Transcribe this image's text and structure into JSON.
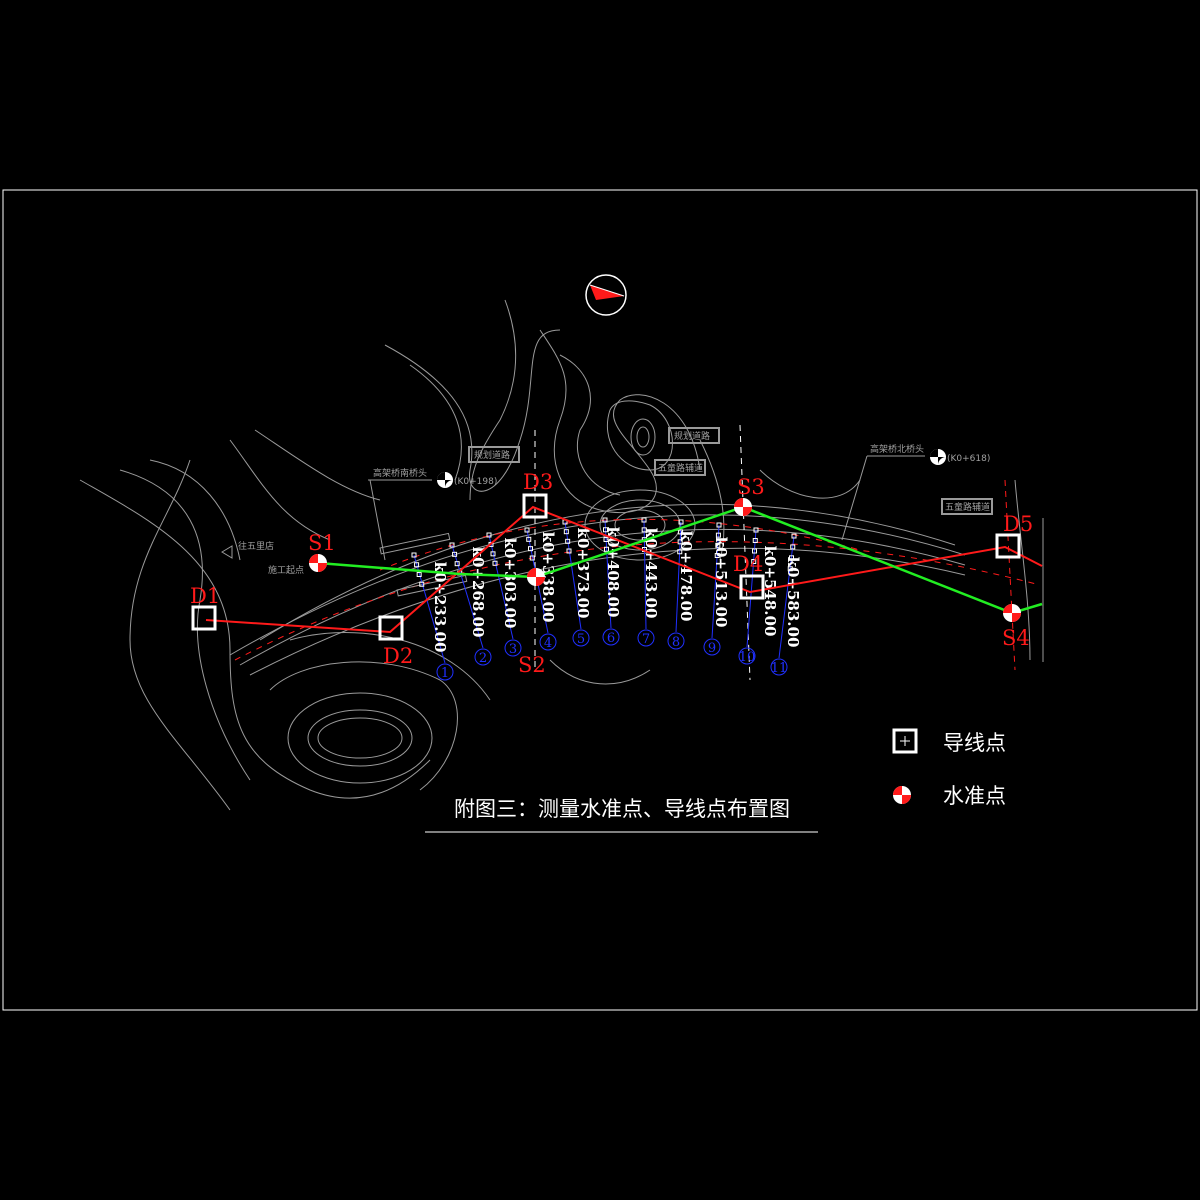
{
  "title": "附图三：测量水准点、导线点布置图",
  "legend": [
    {
      "symbol": "traverse-point",
      "label": "导线点"
    },
    {
      "symbol": "benchmark-point",
      "label": "水准点"
    }
  ],
  "traverse_points": [
    "D1",
    "D2",
    "D3",
    "D4",
    "D5"
  ],
  "benchmarks": [
    "S1",
    "S2",
    "S3",
    "S4"
  ],
  "stations": [
    "k0+233.00",
    "k0+268.00",
    "k0+303.00",
    "k0+338.00",
    "k0+373.00",
    "k0+408.00",
    "k0+443.00",
    "k0+478.00",
    "k0+513.00",
    "k0+548.00",
    "k0+583.00"
  ],
  "station_numbers": [
    "1",
    "2",
    "3",
    "4",
    "5",
    "6",
    "7",
    "8",
    "9",
    "10",
    "11"
  ],
  "notes": {
    "south_bridge": "高架桥南桥头",
    "south_chainage": "(K0+198)",
    "north_bridge": "高架桥北桥头",
    "north_chainage": "(K0+618)",
    "planned_road": "规划道路",
    "aux_road_1": "五童路辅道",
    "aux_road_2": "五童路辅道",
    "to_wulidian": "往五里店",
    "start_point": "施工起点"
  },
  "colors": {
    "traverse_line": "#ff1a1a",
    "level_line": "#22ee22",
    "station": "#2030ff",
    "frame": "#ffffff"
  }
}
